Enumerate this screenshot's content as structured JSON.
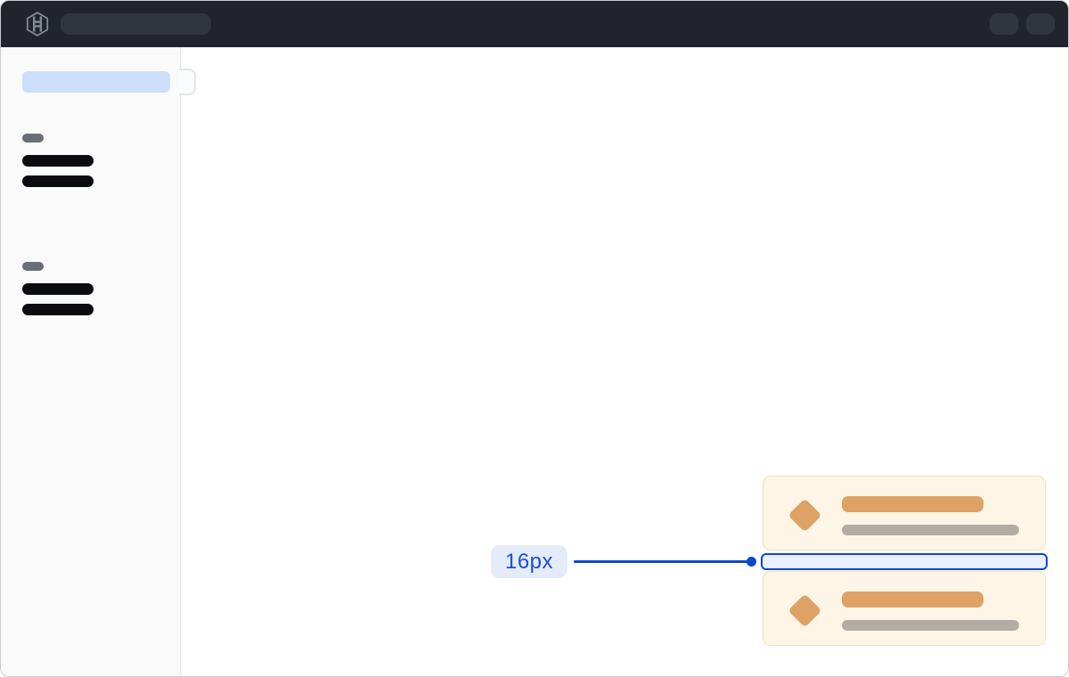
{
  "annotation": {
    "spacing_label": "16px"
  },
  "topbar": {
    "logo_icon": "hashicorp-logo",
    "skeleton_elements": [
      "search-placeholder",
      "action-placeholder",
      "action-placeholder"
    ]
  },
  "sidebar": {
    "active_item": "skeleton-active-pill",
    "groups": [
      {
        "section_label": "skeleton-pill",
        "items": [
          "skeleton-bar",
          "skeleton-bar"
        ]
      },
      {
        "section_label": "skeleton-pill",
        "items": [
          "skeleton-bar",
          "skeleton-bar"
        ]
      }
    ]
  },
  "cards": [
    {
      "icon": "diamond",
      "title": "skeleton-bar",
      "subtitle": "skeleton-bar"
    },
    {
      "icon": "diamond",
      "title": "skeleton-bar",
      "subtitle": "skeleton-bar"
    }
  ],
  "colors": {
    "accent_blue": "#0c47cc",
    "annotation_label_bg": "#e4ecfb",
    "topbar_bg": "#21242b",
    "topbar_placeholder": "#31353e",
    "sidebar_bg": "#fafafa",
    "active_item_bg": "#cbdffb",
    "nav_bar_black": "#0a0c10",
    "section_pill_gray": "#696e78",
    "card_bg": "#fdf6e6",
    "card_border": "#f2dfb4",
    "card_accent_tan": "#dfa266",
    "card_sub_gray": "#b1ada6",
    "frame_border": "#c9ccd2"
  }
}
